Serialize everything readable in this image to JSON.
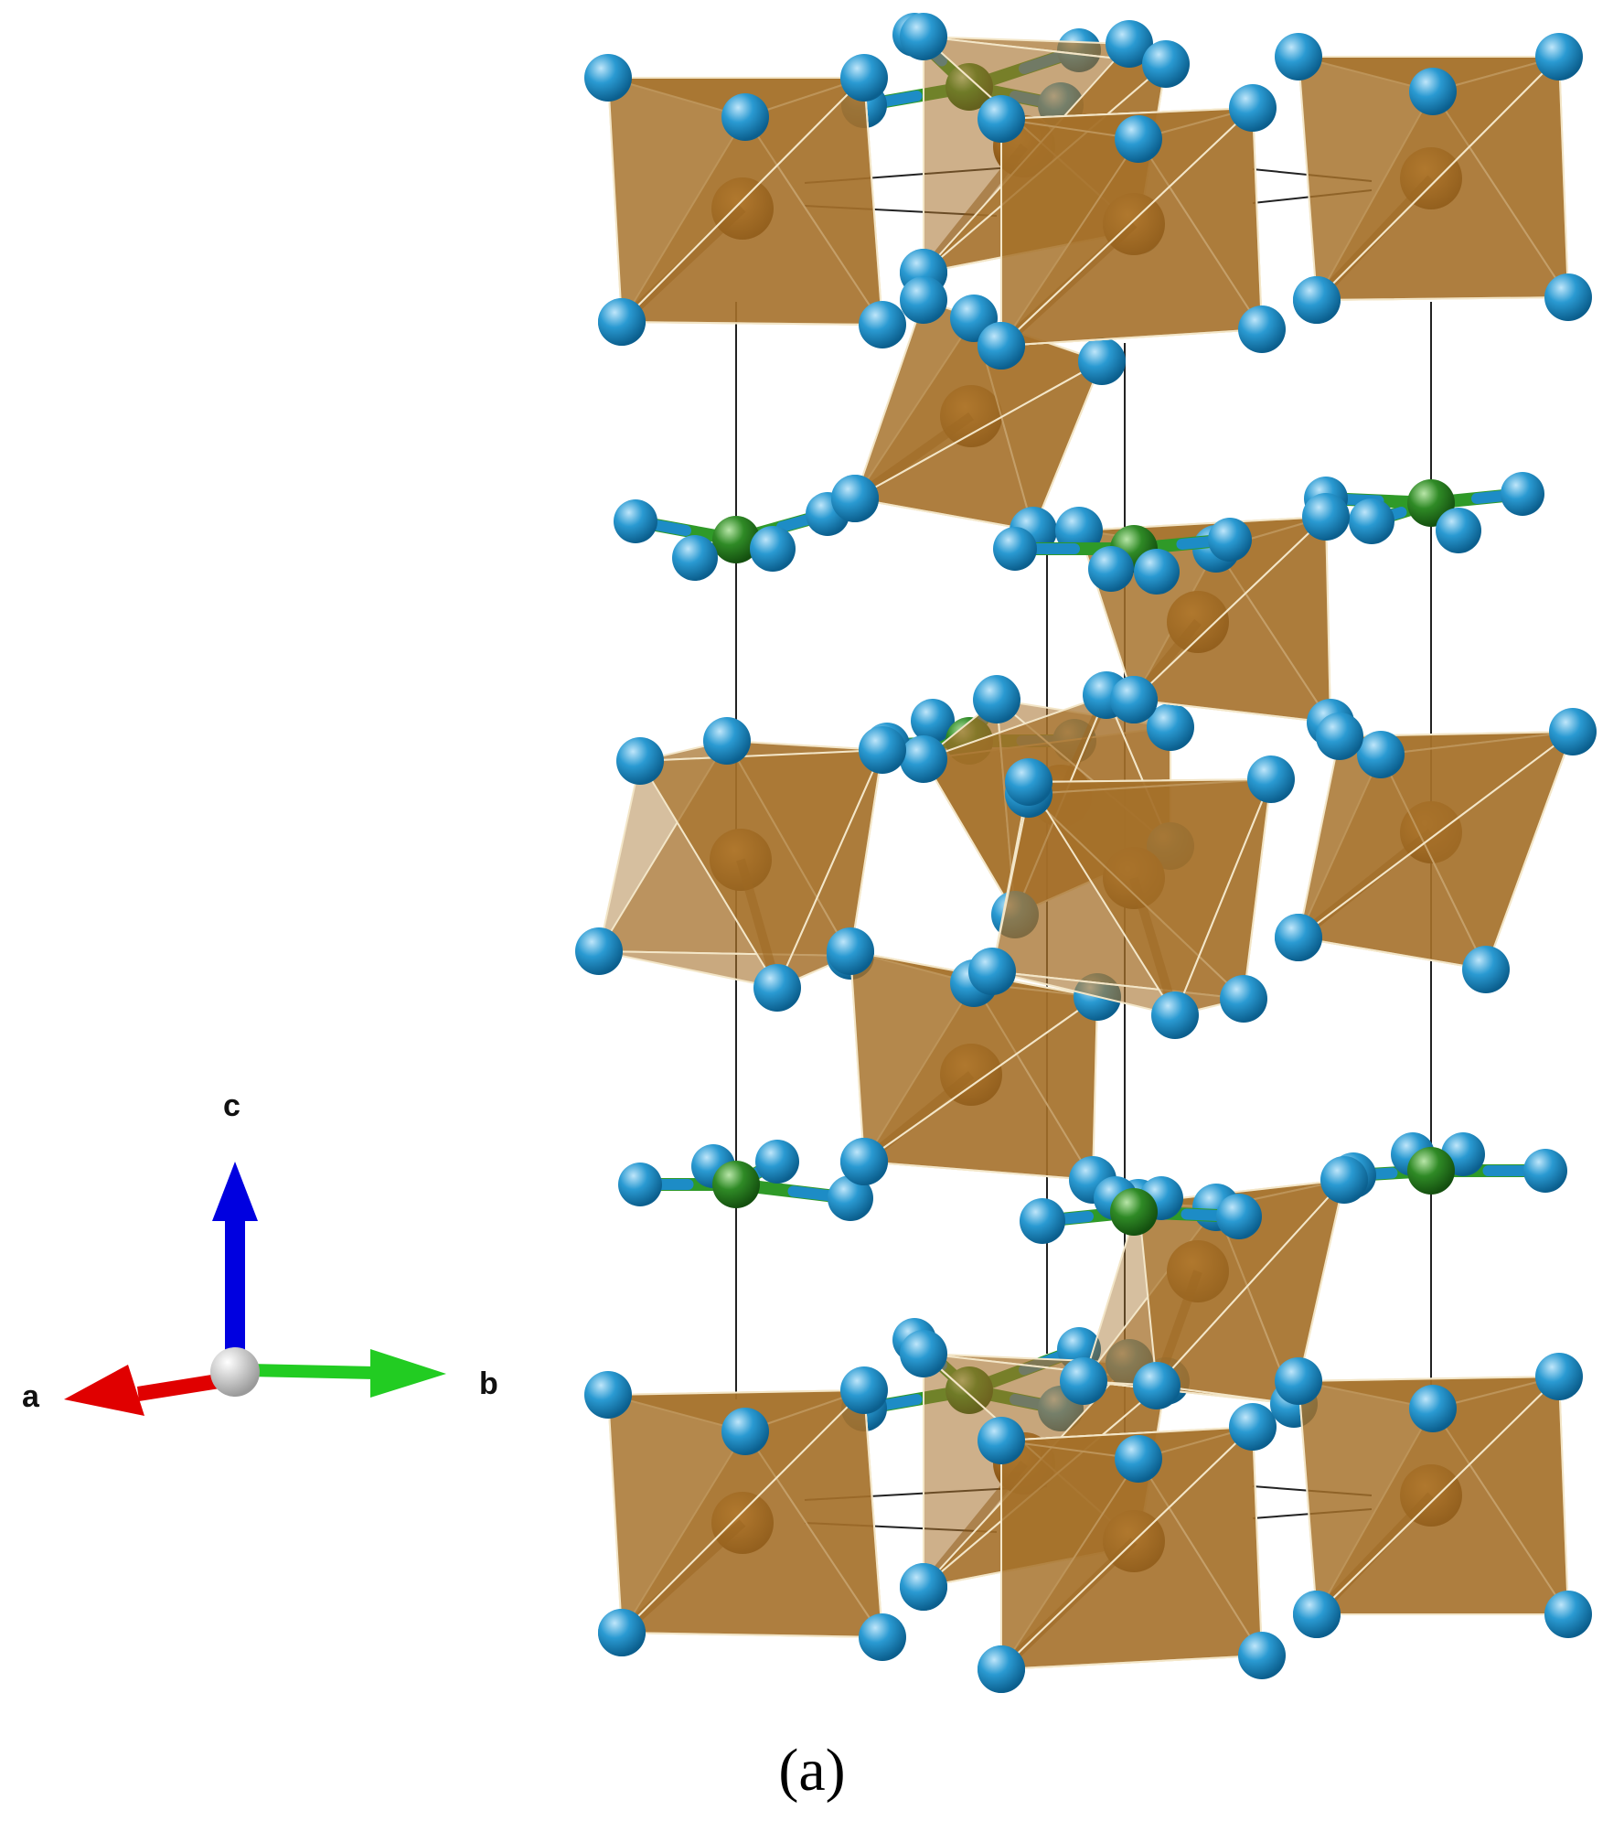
{
  "axes": {
    "a": "a",
    "b": "b",
    "c": "c"
  },
  "caption": "(a)",
  "colors": {
    "octahedron": "#a5702a",
    "octahedron_edge": "#f3e6c8",
    "metal_atom": "#8a5410",
    "anion_atom": "#1d8cc6",
    "linker_atom": "#2f8a26",
    "linker_bond": "#2f9a28",
    "cell_line": "#222222",
    "axis_a": "#e00000",
    "axis_b": "#22cc22",
    "axis_c": "#0000e0",
    "origin": "#cfcfcf"
  },
  "icons": [
    "crystal-structure-icon",
    "octahedron-icon",
    "atom-icon",
    "axis-arrow-icon"
  ]
}
